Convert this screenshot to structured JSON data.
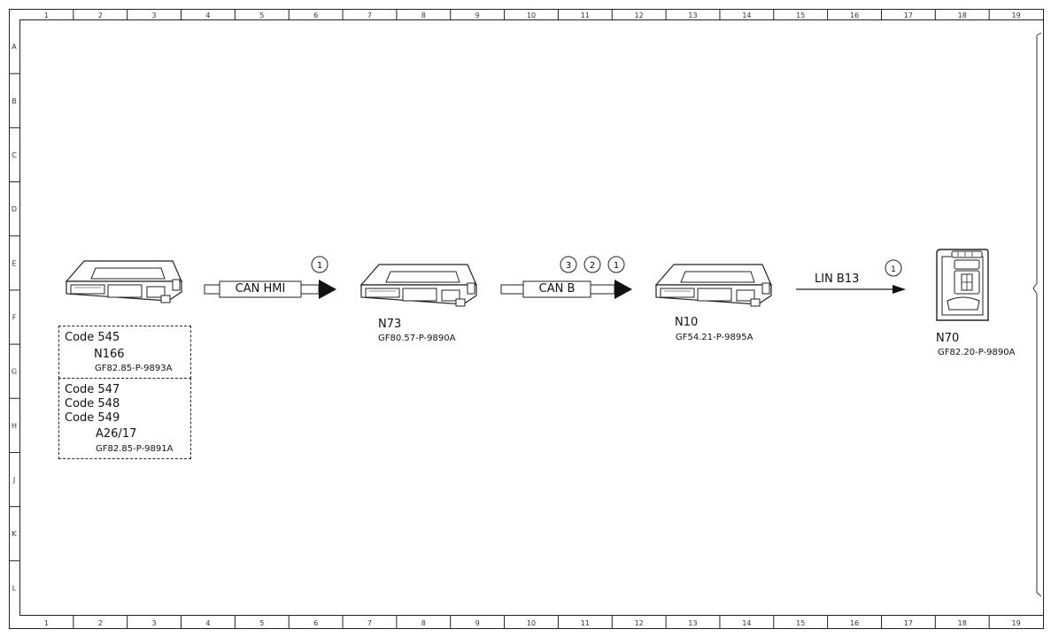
{
  "frame": {
    "columns": [
      "1",
      "2",
      "3",
      "4",
      "5",
      "6",
      "7",
      "8",
      "9",
      "10",
      "11",
      "12",
      "13",
      "14",
      "15",
      "16",
      "17",
      "18",
      "19"
    ],
    "rows": [
      "A",
      "B",
      "C",
      "D",
      "E",
      "F",
      "G",
      "H",
      "J",
      "K",
      "L"
    ]
  },
  "modules": {
    "left": {
      "group1": {
        "codes": [
          "Code 545"
        ],
        "name": "N166",
        "ref": "GF82.85-P-9893A"
      },
      "group2": {
        "codes": [
          "Code 547",
          "Code 548",
          "Code 549"
        ],
        "name": "A26/17",
        "ref": "GF82.85-P-9891A"
      }
    },
    "n73": {
      "name": "N73",
      "ref": "GF80.57-P-9890A"
    },
    "n10": {
      "name": "N10",
      "ref": "GF54.21-P-9895A"
    },
    "n70": {
      "name": "N70",
      "ref": "GF82.20-P-9890A"
    }
  },
  "links": {
    "can_hmi": {
      "label": "CAN HMI",
      "markers": [
        "1"
      ]
    },
    "can_b": {
      "label": "CAN B",
      "markers": [
        "3",
        "2",
        "1"
      ]
    },
    "lin_b13": {
      "label": "LIN B13",
      "markers": [
        "1"
      ]
    }
  }
}
